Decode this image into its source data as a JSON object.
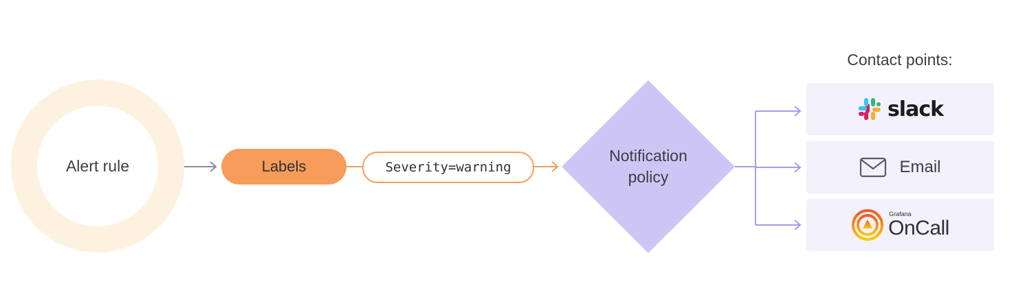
{
  "alert_rule": {
    "label": "Alert rule"
  },
  "labels": {
    "label": "Labels"
  },
  "label_value": {
    "text": "Severity=warning"
  },
  "notification_policy": {
    "line1": "Notification",
    "line2": "policy"
  },
  "contact_points": {
    "title": "Contact points:",
    "items": [
      {
        "name": "slack",
        "icon": "slack-logo-icon"
      },
      {
        "name": "Email",
        "icon": "envelope-icon"
      },
      {
        "name": "OnCall",
        "brand": "Grafana",
        "icon": "grafana-oncall-logo-icon"
      }
    ]
  },
  "colors": {
    "ring": "#fdf2df",
    "labels_fill": "#f79c5a",
    "policy_fill": "#cdc6f5",
    "arrow_gray": "#8d8d99",
    "arrow_purple": "#a99ae8",
    "card_bg": "#f3f1fb"
  }
}
